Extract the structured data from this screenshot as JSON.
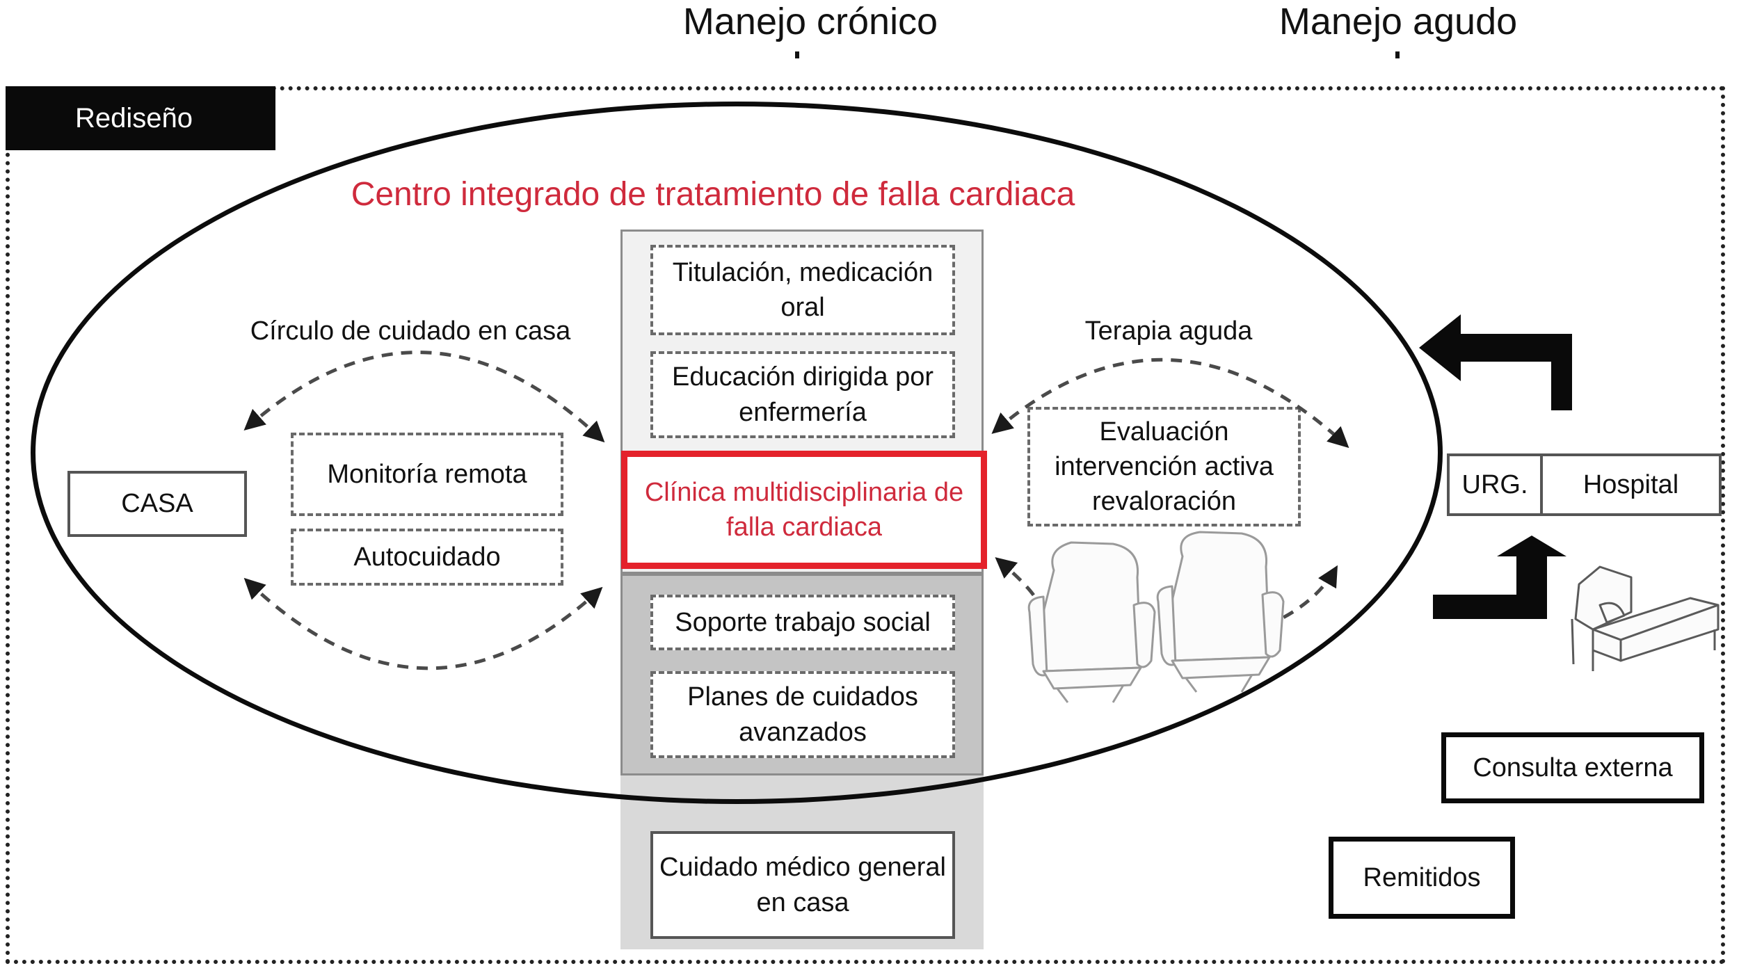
{
  "headers": {
    "chronic": "Manejo crónico",
    "acute": "Manejo agudo"
  },
  "badge": "Rediseño",
  "ellipse_title": "Centro integrado de tratamiento de falla cardiaca",
  "left": {
    "circle_label": "Círculo de cuidado en casa",
    "home_box": "CASA",
    "items": [
      "Monitoría remota",
      "Autocuidado"
    ]
  },
  "center": {
    "items_top": [
      "Titulación, medicación oral",
      "Educación dirigida por enfermería"
    ],
    "highlight": "Clínica multidisciplinaria de falla cardiaca",
    "items_bottom": [
      "Soporte trabajo social",
      "Planes de cuidados avanzados"
    ],
    "outside": "Cuidado médico general en casa"
  },
  "right": {
    "therapy_label": "Terapia aguda",
    "therapy_box": "Evaluación intervención activa revaloración"
  },
  "hospital": {
    "urg": "URG.",
    "hospital": "Hospital"
  },
  "outpatient": "Consulta externa",
  "referred": "Remitidos",
  "icons": [
    "recliner-chair-icon",
    "recliner-chair-icon",
    "hospital-bed-icon"
  ],
  "colors": {
    "accent_red": "#e4222b",
    "title_red": "#cf2a3c"
  }
}
